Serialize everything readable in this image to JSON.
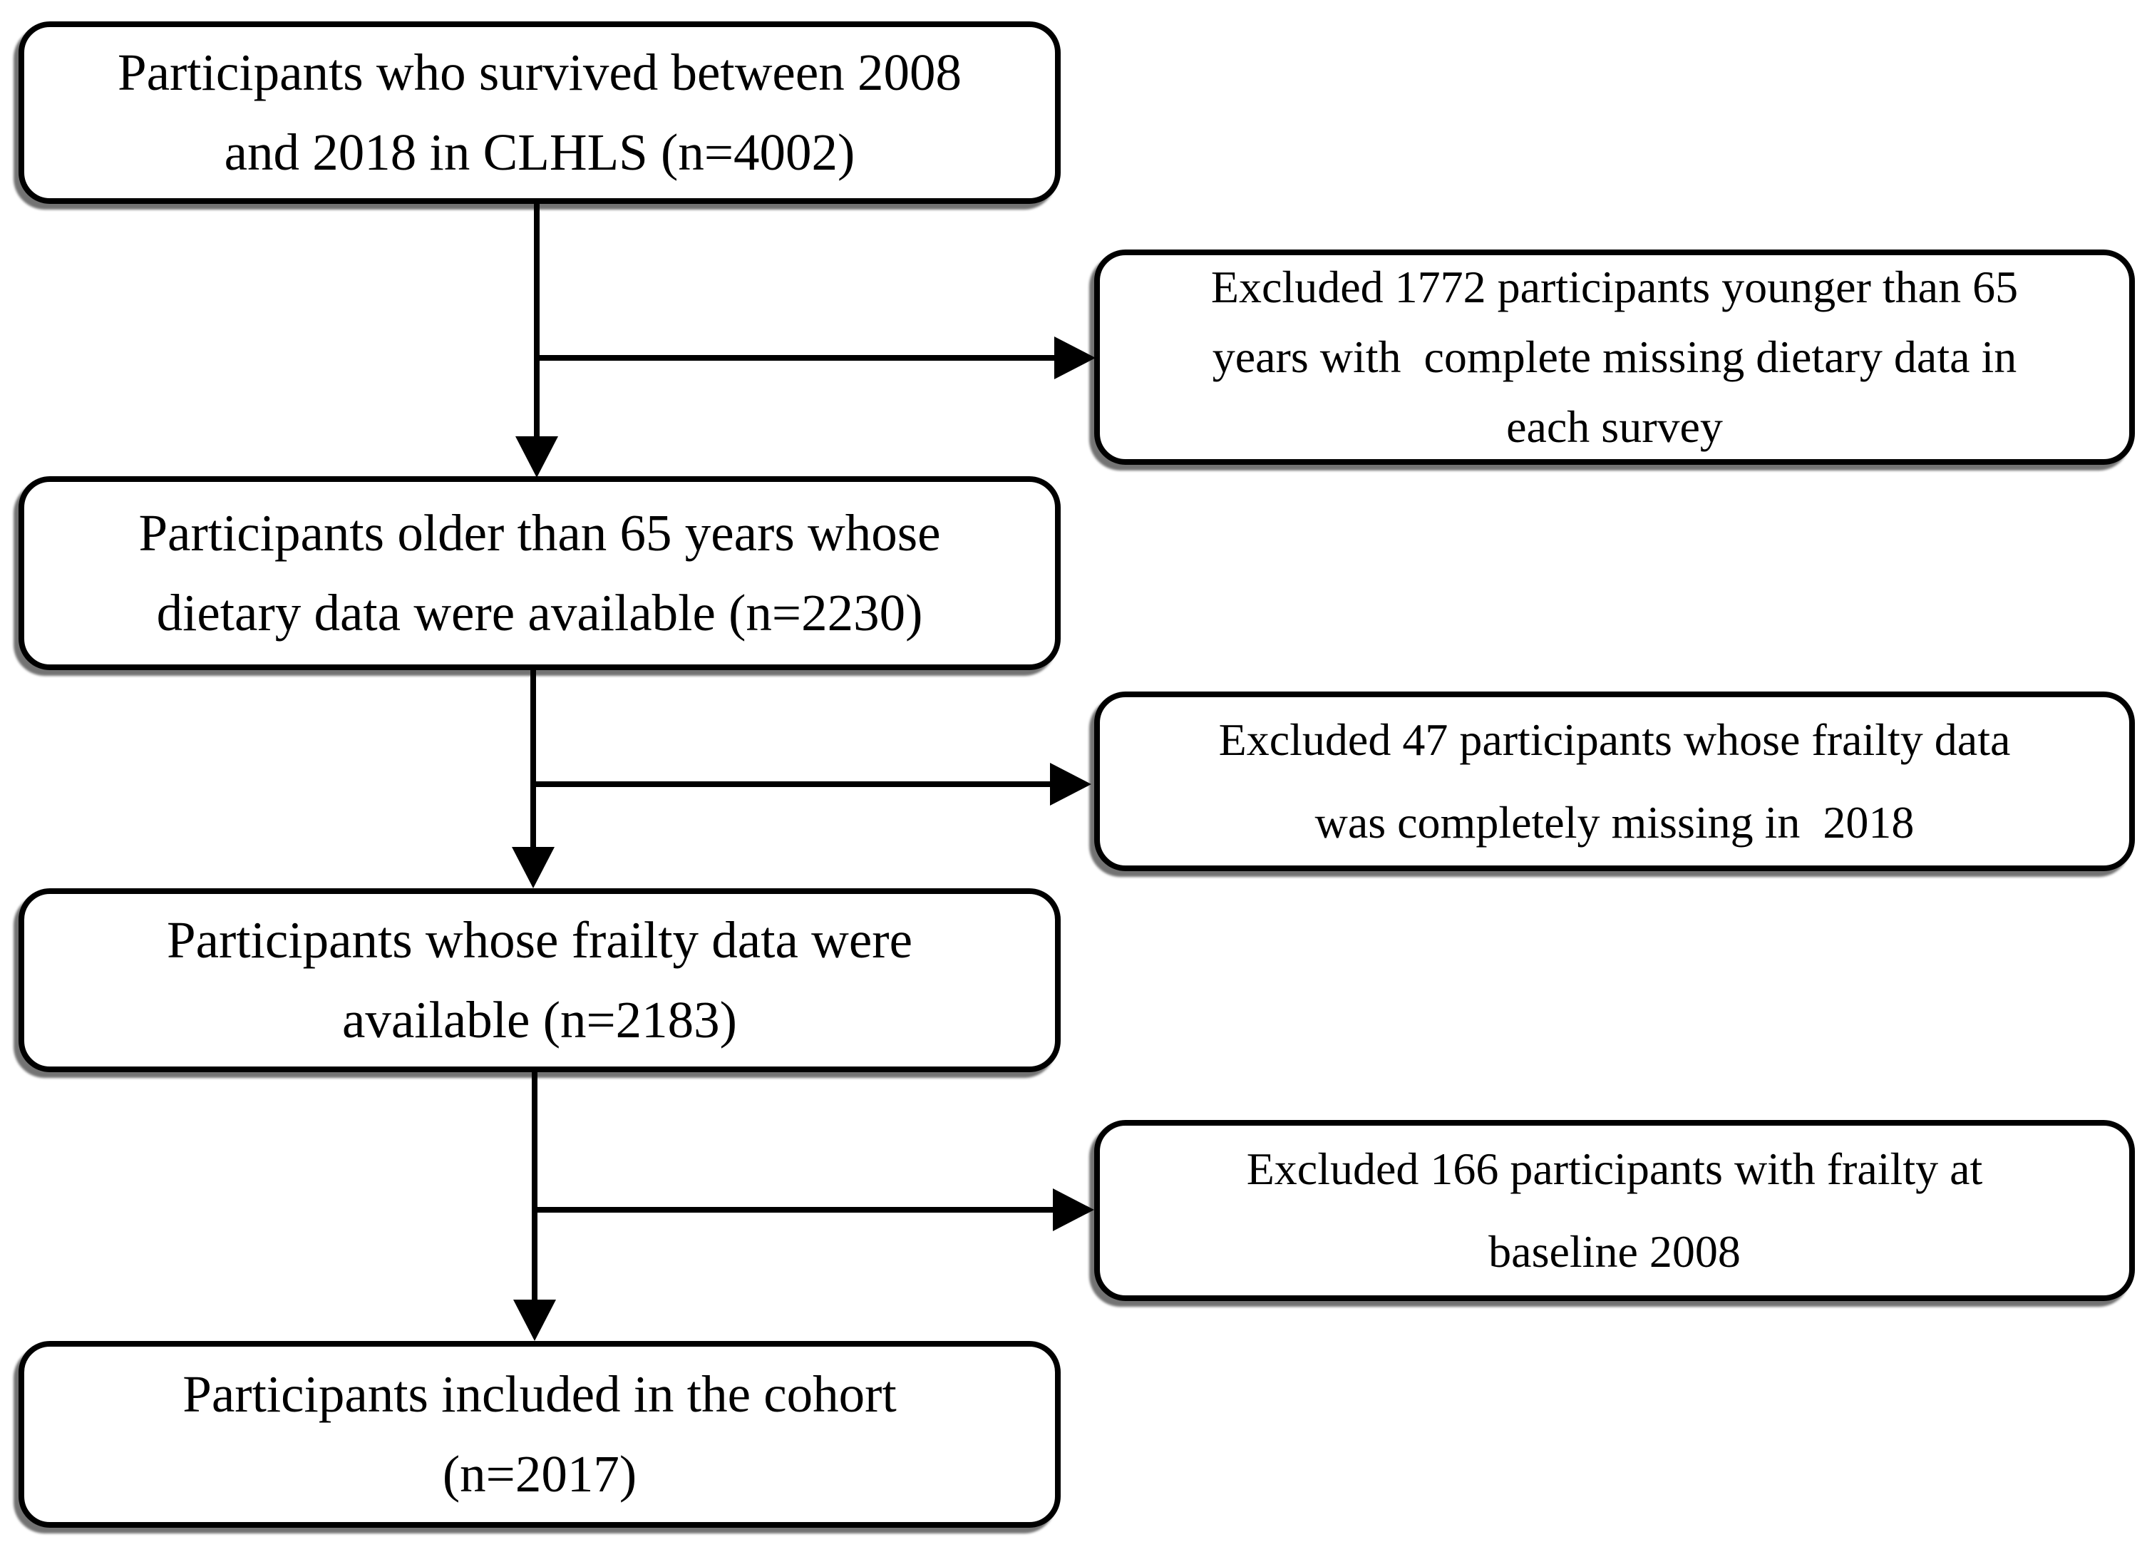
{
  "diagram": {
    "type": "flowchart",
    "background_color": "#ffffff",
    "line_color": "#000000",
    "text_color": "#000000",
    "main_boxes": [
      {
        "id": "survived-clhls",
        "n": 4002,
        "lines": [
          "Participants who survived between 2008",
          "and 2018 in CLHLS (n=4002)"
        ]
      },
      {
        "id": "older-than-65-dietary-available",
        "n": 2230,
        "lines": [
          "Participants older than 65 years whose",
          "dietary data were available (n=2230)"
        ]
      },
      {
        "id": "frailty-data-available",
        "n": 2183,
        "lines": [
          "Participants whose frailty data were",
          "available (n=2183)"
        ]
      },
      {
        "id": "included-in-cohort",
        "n": 2017,
        "lines": [
          "Participants included in the cohort",
          "(n=2017)"
        ]
      }
    ],
    "exclusion_boxes": [
      {
        "id": "excluded-younger-65-missing-dietary",
        "n": 1772,
        "lines": [
          "Excluded 1772 participants younger than 65",
          "years with  complete missing dietary data in",
          "each survey"
        ]
      },
      {
        "id": "excluded-frailty-missing-2018",
        "n": 47,
        "lines": [
          "Excluded 47 participants whose frailty data",
          "was completely missing in  2018"
        ]
      },
      {
        "id": "excluded-frailty-baseline-2008",
        "n": 166,
        "lines": [
          "Excluded 166 participants with frailty at",
          "baseline 2008"
        ]
      }
    ]
  }
}
